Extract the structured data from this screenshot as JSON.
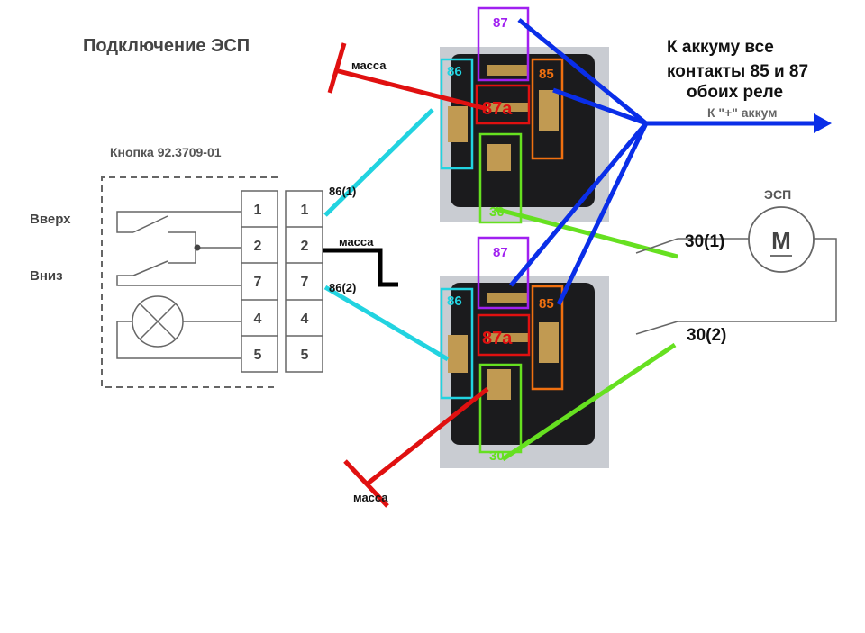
{
  "title": "Подключение ЭСП",
  "button_label": "Кнопка 92.3709-01",
  "up_label": "Вверх",
  "down_label": "Вниз",
  "terminals_left": [
    "1",
    "2",
    "7",
    "4",
    "5"
  ],
  "terminals_right": [
    "1",
    "2",
    "7",
    "4",
    "5"
  ],
  "wire_labels": {
    "w86_1": "86(1)",
    "w86_2": "86(2)",
    "ground_mid": "масса",
    "ground_top": "масса",
    "ground_bottom": "масса"
  },
  "relay_pins": {
    "p87": "87",
    "p86": "86",
    "p85": "85",
    "p87a": "87a",
    "p30": "30"
  },
  "note_lines": [
    "К аккуму все",
    "контакты 85 и 87",
    "обоих реле"
  ],
  "battery_label": "К \"+\" аккум",
  "motor_title": "ЭСП",
  "motor_symbol": "M",
  "motor_in_1": "30(1)",
  "motor_in_2": "30(2)",
  "colors": {
    "p87": "#a020f0",
    "p86": "#22d3e0",
    "p85": "#f07010",
    "p87a": "#e01010",
    "p30": "#66e020",
    "battery": "#0a2ee8",
    "ground": "#000000"
  }
}
